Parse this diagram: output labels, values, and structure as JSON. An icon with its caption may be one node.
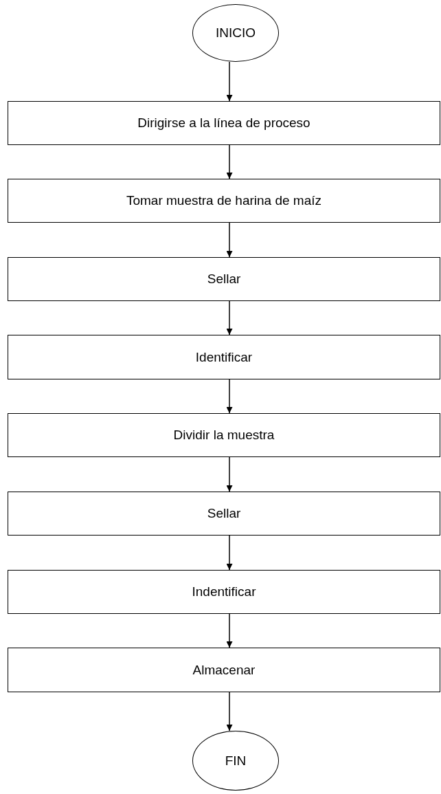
{
  "diagram": {
    "nodes": [
      {
        "text": [
          "INICIO"
        ]
      },
      {
        "text": [
          "Dirigirse a la línea de proceso"
        ]
      },
      {
        "text": [
          "Tomar muestra de harina de maíz"
        ]
      },
      {
        "text": [
          "Sellar"
        ]
      },
      {
        "text": [
          "Identificar"
        ]
      },
      {
        "text": [
          "Dividir la muestra"
        ]
      },
      {
        "text": [
          "Sellar"
        ]
      },
      {
        "text": [
          "Indentificar"
        ]
      },
      {
        "text": [
          "Almacenar"
        ]
      },
      {
        "text": [
          "FIN"
        ]
      }
    ],
    "edges": [
      {
        "from": 0,
        "to": 1,
        "arrow": "to"
      },
      {
        "from": 1,
        "to": 2,
        "arrow": "to"
      },
      {
        "from": 2,
        "to": 3,
        "arrow": "to"
      },
      {
        "from": 3,
        "to": 4,
        "arrow": "to"
      },
      {
        "from": 4,
        "to": 5,
        "arrow": "to"
      },
      {
        "from": 5,
        "to": 6,
        "arrow": "to"
      },
      {
        "from": 6,
        "to": 7,
        "arrow": "to"
      },
      {
        "from": 7,
        "to": 8,
        "arrow": "to"
      },
      {
        "from": 8,
        "to": 9,
        "arrow": "to"
      }
    ]
  }
}
